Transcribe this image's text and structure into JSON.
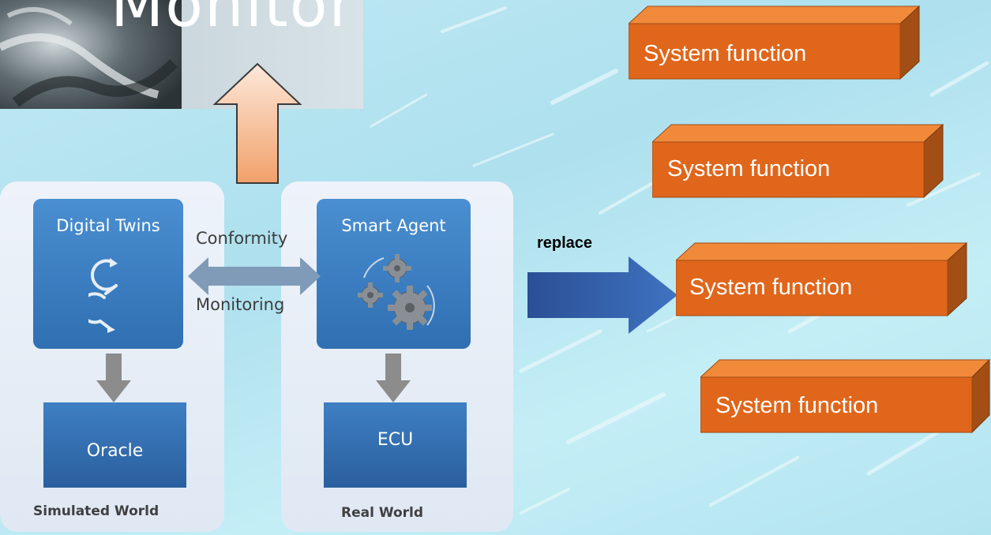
{
  "banner": {
    "title": "Monitor"
  },
  "diagram": {
    "left_world": {
      "label": "Simulated World",
      "top_box": "Digital Twins",
      "bottom_box": "Oracle"
    },
    "right_world": {
      "label": "Real World",
      "top_box": "Smart Agent",
      "bottom_box": "ECU"
    },
    "link": {
      "top_label": "Conformity",
      "bottom_label": "Monitoring"
    },
    "replace_label": "replace",
    "system_functions": [
      "System function",
      "System function",
      "System function",
      "System function"
    ]
  },
  "colors": {
    "background": "#b8e6f1",
    "box_blue": "#2f6fb2",
    "cube_orange": "#e06a1c",
    "up_arrow_fill": "#f6b48a",
    "replace_arrow": "#2e5fa6"
  },
  "icons": [
    "cycle-arrows-icon",
    "gears-icon"
  ]
}
